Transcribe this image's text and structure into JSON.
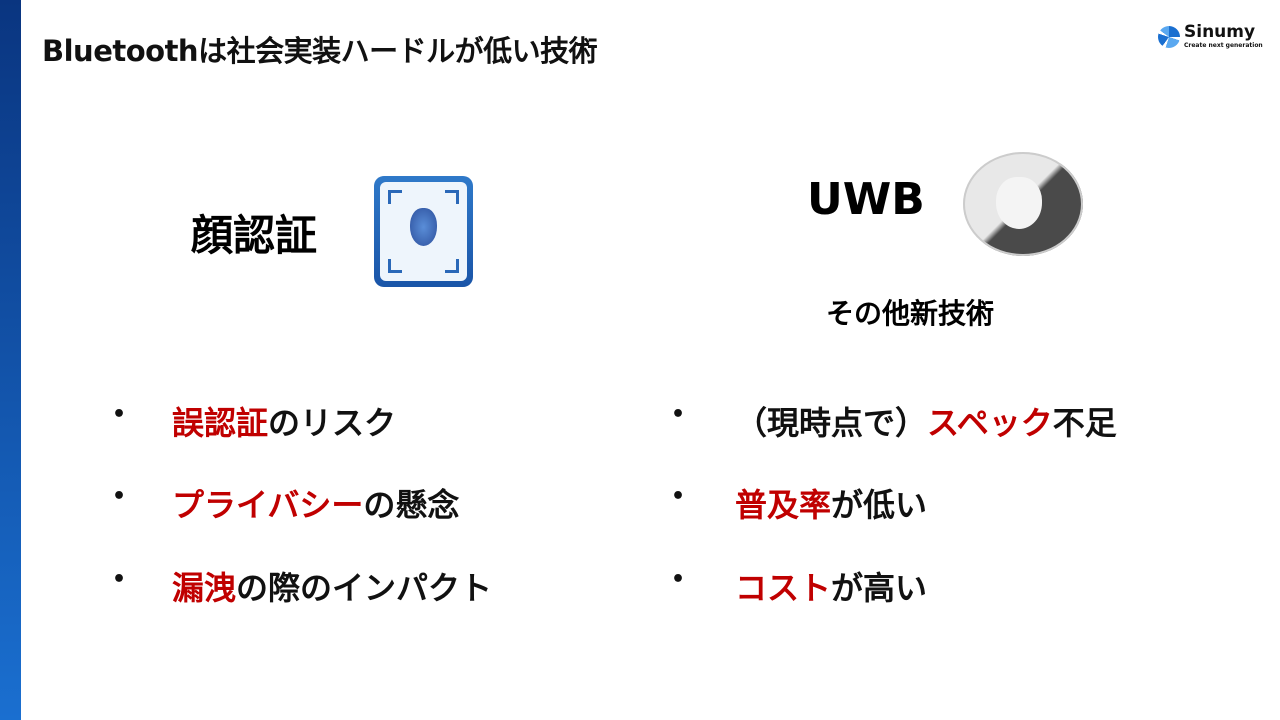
{
  "title": "Bluetoothは社会実装ハードルが低い技術",
  "logo": {
    "name": "Sinumy",
    "tagline": "Create next generation"
  },
  "left": {
    "heading": "顔認証",
    "icon": "face-recognition-icon",
    "items": [
      [
        {
          "text": "誤認証",
          "red": true
        },
        {
          "text": "のリスク",
          "red": false
        }
      ],
      [
        {
          "text": "プライバシー",
          "red": true
        },
        {
          "text": "の懸念",
          "red": false
        }
      ],
      [
        {
          "text": "漏洩",
          "red": true
        },
        {
          "text": "の際のインパクト",
          "red": false
        }
      ]
    ]
  },
  "right": {
    "heading": "UWB",
    "subheading": "その他新技術",
    "icon": "airtag-icon",
    "items": [
      [
        {
          "text": "（現時点で）",
          "red": false
        },
        {
          "text": "スペック",
          "red": true
        },
        {
          "text": "不足",
          "red": false
        }
      ],
      [
        {
          "text": "普及率",
          "red": true
        },
        {
          "text": "が低い",
          "red": false
        }
      ],
      [
        {
          "text": "コスト",
          "red": true
        },
        {
          "text": "が高い",
          "red": false
        }
      ]
    ]
  },
  "bullet": "•",
  "colors": {
    "accent": "#c00000",
    "sidebar": "#1a6fd0"
  }
}
